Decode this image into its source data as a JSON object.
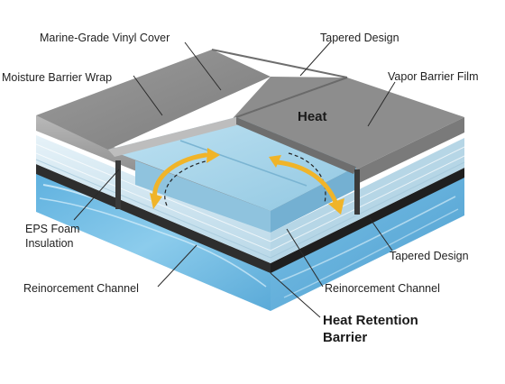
{
  "labels": {
    "marine_vinyl_cover": "Marine-Grade Vinyl Cover",
    "tapered_design_top": "Tapered Design",
    "moisture_barrier_wrap": "Moisture Barrier Wrap",
    "vapor_barrier_film": "Vapor Barrier Film",
    "heat": "Heat",
    "eps_foam_line1": "EPS Foam",
    "eps_foam_line2": "Insulation",
    "tapered_design_right": "Tapered Design",
    "reinforcement_channel_left": "Reinorcement Channel",
    "reinforcement_channel_right": "Reinorcement Channel",
    "heat_retention_line1": "Heat Retention",
    "heat_retention_line2": "Barrier"
  },
  "colors": {
    "water": "#7ec3e6",
    "foam": "#a8d4e8",
    "cover": "#8a8a8a",
    "arrow": "#f0b429"
  }
}
